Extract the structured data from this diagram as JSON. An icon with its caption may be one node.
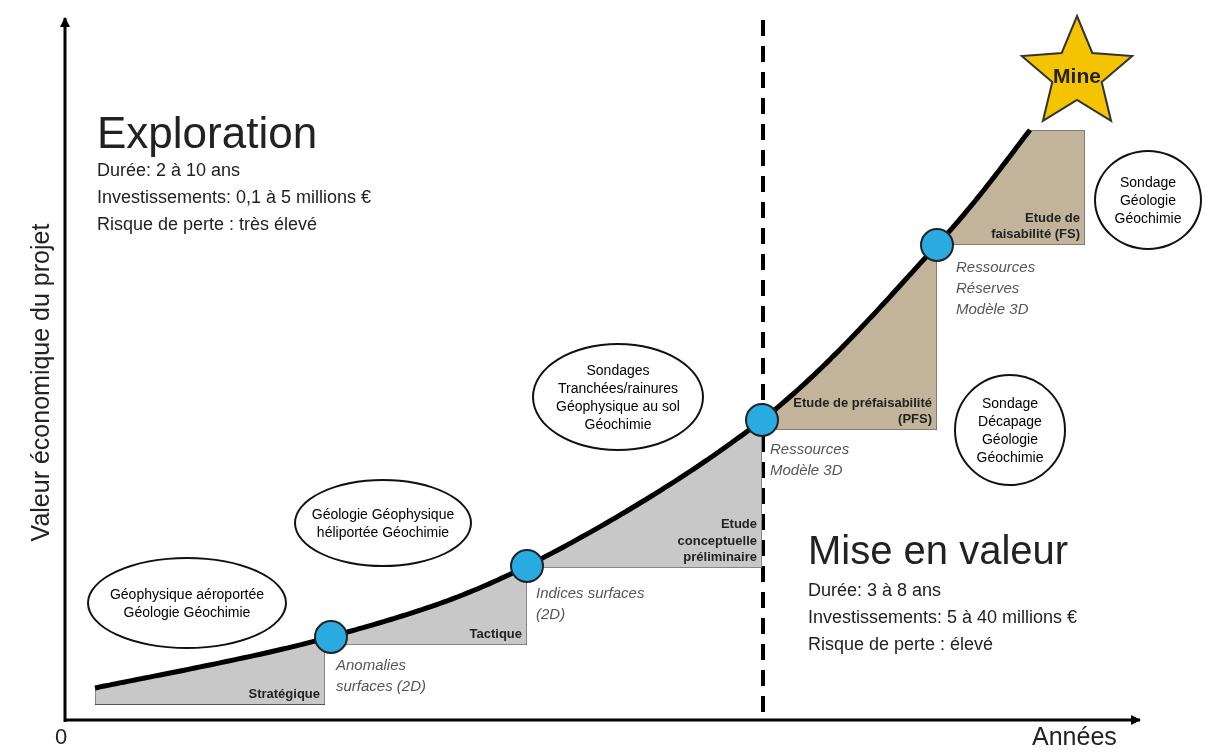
{
  "diagram": {
    "nodes": [
      {
        "text": [
          "Géophysique aéroportée Géologie Géochimie"
        ]
      },
      {
        "text": [
          "Géologie Géophysique héliportée Géochimie"
        ]
      },
      {
        "text": [
          "Sondages Tranchées/rainures Géophysique au sol Géochimie"
        ]
      },
      {
        "text": [
          "Sondage Géologie Géochimie"
        ]
      },
      {
        "text": [
          "Sondage Décapage Géologie Géochimie"
        ]
      },
      {
        "text": [
          "Stratégique"
        ]
      },
      {
        "text": [
          "Tactique"
        ]
      },
      {
        "text": [
          "Etude conceptuelle préliminaire"
        ]
      },
      {
        "text": [
          "Etude de préfaisabilité (PFS)"
        ]
      },
      {
        "text": [
          "Etude de faisabilité (FS)"
        ]
      },
      {
        "text": [],
        "shape": "circle",
        "beside": [
          "Anomalies surfaces (2D)"
        ]
      },
      {
        "text": [],
        "shape": "circle",
        "beside": [
          "Indices surfaces (2D)"
        ]
      },
      {
        "text": [],
        "shape": "circle",
        "beside": [
          "Ressources Modèle 3D"
        ]
      },
      {
        "text": [],
        "shape": "circle",
        "beside": [
          "Ressources Réserves Modèle 3D"
        ]
      },
      {
        "text": [
          "Mine"
        ]
      }
    ],
    "labels": [
      "Exploration",
      "Durée: 2 à 10 ans",
      "Investissements: 0,1 à 5 millions €",
      "Risque de perte : très élevé",
      "Mise en valeur",
      "Durée: 3 à 8 ans",
      "Investissements: 5 à 40 millions €",
      "Risque de perte : élevé",
      "Valeur économique du projet",
      "0",
      "Années"
    ]
  }
}
